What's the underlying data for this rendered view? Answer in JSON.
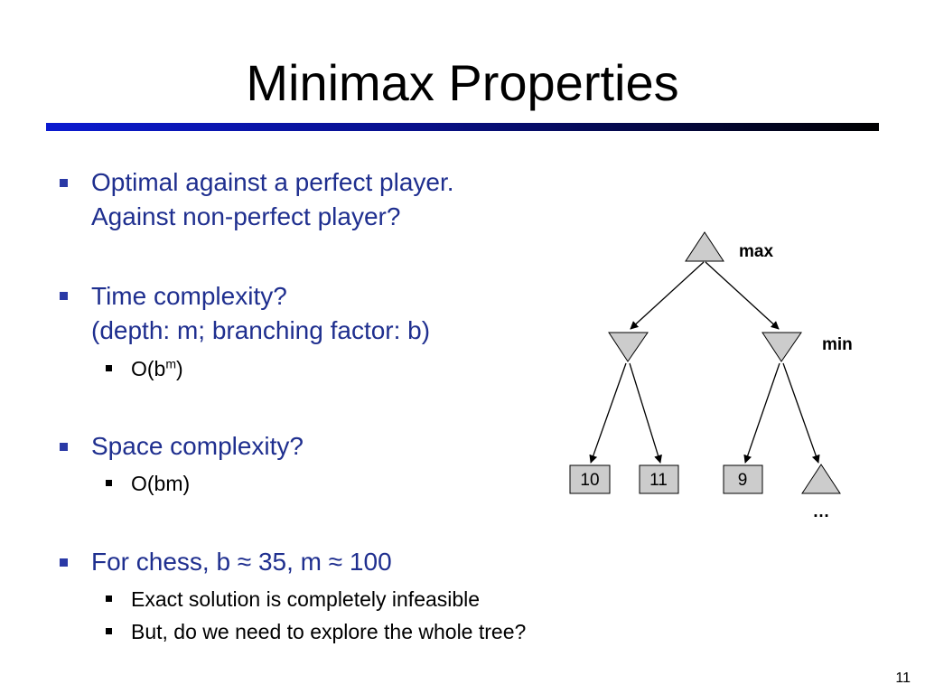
{
  "slide": {
    "title": "Minimax Properties",
    "page_number": "11"
  },
  "bullets": [
    {
      "line1": "Optimal against a perfect player.",
      "line2": "Against non-perfect player?"
    },
    {
      "line1": "Time complexity?",
      "line2": "(depth: m; branching factor: b)",
      "sub": [
        {
          "text_pre": "O(b",
          "text_sup": "m",
          "text_post": ")"
        }
      ]
    },
    {
      "line1": "Space complexity?",
      "sub": [
        {
          "text": "O(bm)"
        }
      ]
    },
    {
      "line1": "For chess, b ≈ 35, m ≈ 100",
      "sub": [
        {
          "text": "Exact solution is completely infeasible"
        },
        {
          "text": "But, do we need to explore the whole tree?"
        }
      ]
    }
  ],
  "tree": {
    "max_label": "max",
    "min_label": "min",
    "leaves": [
      "10",
      "11",
      "9"
    ],
    "ellipsis": "…",
    "node_fill": "#cccccc",
    "line_color": "#000000"
  },
  "colors": {
    "bullet_text": "#1f2f8f",
    "title_rule_start": "#0b1ad0",
    "title_rule_end": "#000000"
  }
}
